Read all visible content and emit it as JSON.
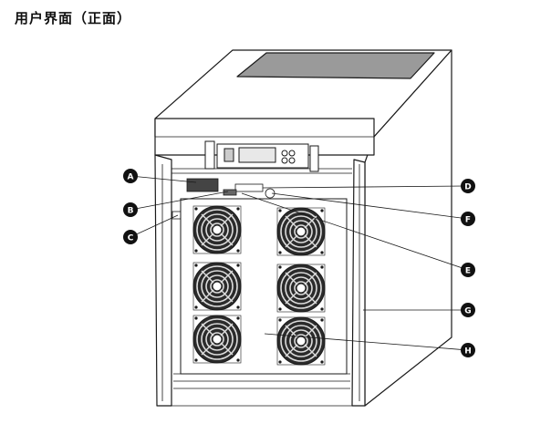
{
  "title": "用户界面（正面）",
  "callouts": [
    {
      "id": "a",
      "letter": "A"
    },
    {
      "id": "b",
      "letter": "B"
    },
    {
      "id": "c",
      "letter": "C"
    },
    {
      "id": "d",
      "letter": "D"
    },
    {
      "id": "e",
      "letter": "E"
    },
    {
      "id": "f",
      "letter": "F"
    },
    {
      "id": "g",
      "letter": "G"
    },
    {
      "id": "h",
      "letter": "H"
    }
  ],
  "colors": {
    "line": "#1a1a1a",
    "top_panel": "#9a9a9a",
    "fan_fill": "#2b2b2b",
    "callout_fill": "#111111"
  }
}
